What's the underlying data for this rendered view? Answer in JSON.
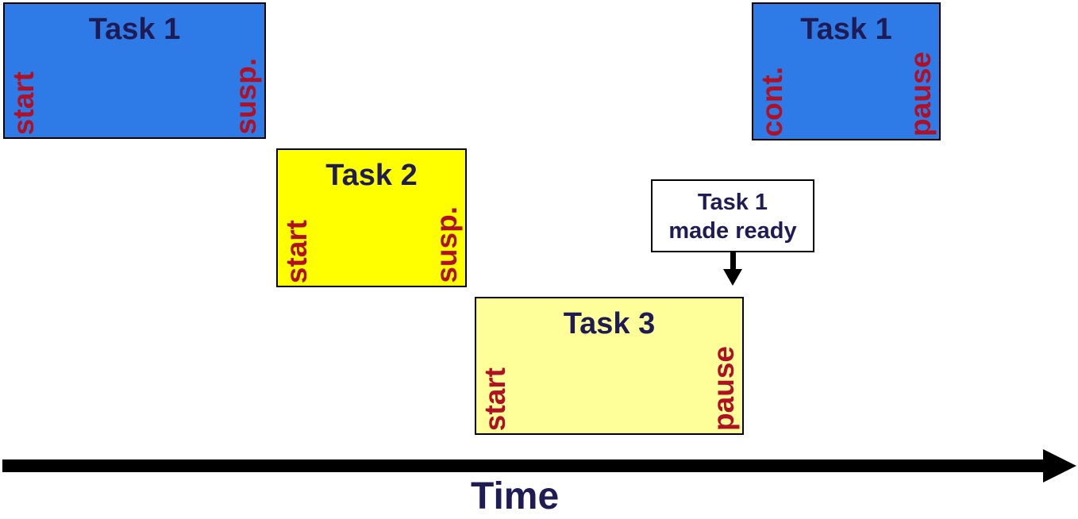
{
  "diagram": {
    "tasks": [
      {
        "title": "Task 1",
        "left_label": "start",
        "right_label": "susp.",
        "fill": "#2e7be8"
      },
      {
        "title": "Task 2",
        "left_label": "start",
        "right_label": "susp.",
        "fill": "#ffff00"
      },
      {
        "title": "Task 3",
        "left_label": "start",
        "right_label": "pause",
        "fill": "#ffff99"
      },
      {
        "title": "Task 1",
        "left_label": "cont.",
        "right_label": "pause",
        "fill": "#2e7be8"
      }
    ],
    "callout": {
      "line1": "Task 1",
      "line2": "made ready"
    },
    "axis_label": "Time",
    "colors": {
      "task_blue": "#2e7be8",
      "task_yellow": "#ffff00",
      "task_pale_yellow": "#ffff99",
      "title_navy": "#1e1b55",
      "event_red": "#b01023",
      "arrow_black": "#000000",
      "callout_bg": "#ffffff"
    }
  }
}
